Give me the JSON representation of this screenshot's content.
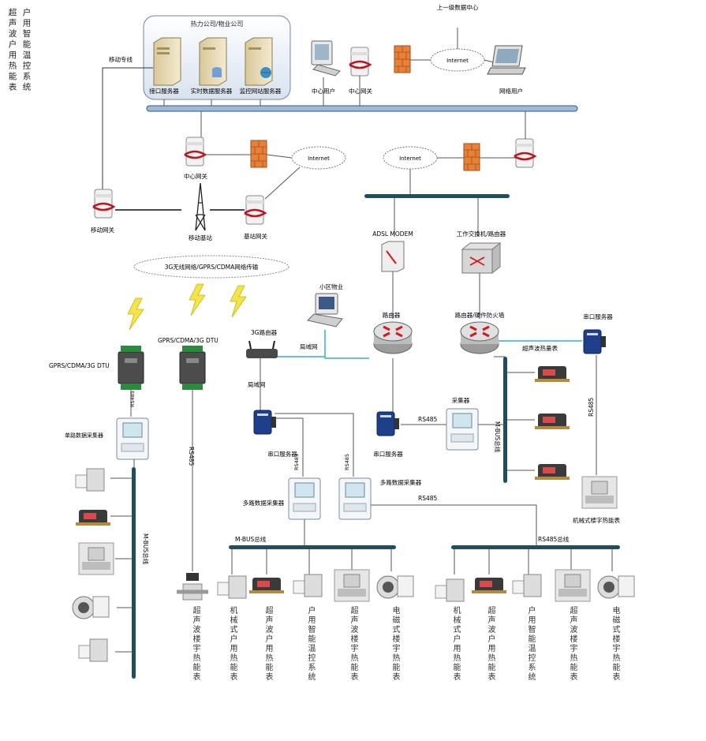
{
  "top_left_title": [
    "超声波户用热能表",
    "户用智能温控系统"
  ],
  "labels": {
    "server_group": "热力公司/物业公司",
    "mobile_line": "移动专线",
    "iface_server": "接口服务器",
    "rt_server": "实时数据服务器",
    "web_server": "监控网站服务器",
    "center_user": "中心用户",
    "center_gw_top": "中心网关",
    "upper_center": "上一级数据中心",
    "internet": "Internet",
    "net_user": "网络用户",
    "center_gw_mid": "中心网关",
    "mobile_gw": "移动网关",
    "mobile_bs": "移动基站",
    "site_gw": "基站网关",
    "wireless_net": "3G无线网络/GPRS/CDMA网络传输",
    "adsl": "ADSL MODEM",
    "ind_switch": "工作交换机/路由器",
    "community": "小区物业",
    "lan1": "局域网",
    "lan2": "局域网",
    "router1": "路由器",
    "router2": "路由器/硬件防火墙",
    "serial_server_r": "串口服务器",
    "dtu1": "GPRS/CDMA/3G DTU",
    "dtu2": "GPRS/CDMA/3G DTU",
    "router3g": "3G路由器",
    "rs485_a": "RS485",
    "rs485_b": "RS485",
    "rs485_c": "RS485",
    "rs485_d": "RS485",
    "rs485_e": "RS485",
    "rs485_f": "RS485",
    "rs485_g": "RS485",
    "collector_l": "单路数据采集器",
    "serial_server_m": "串口服务器",
    "serial_server_c": "串口服务器",
    "collector_c": "采集器",
    "multi_coll1": "多路数据采集器",
    "multi_coll2": "多路数据采集器",
    "mbus_left": "M-BUS总线",
    "mbus_mid": "M-BUS总线",
    "mbus_right": "M-BUS总线",
    "rs485_bus": "RS485总线",
    "ultra_meter_r": "超声波热量表",
    "mech_meter": "机械式楼字热能表"
  },
  "bottom_left_cols": [
    "超声波楼宇热能表",
    "机械式户用热能表",
    "超声波户用热能表",
    "户用智能温控系统",
    "超声波楼宇热能表",
    "电磁式楼宇热能表"
  ],
  "bottom_right_cols": [
    "机械式户用热能表",
    "超声波户用热能表",
    "户用智能温控系统",
    "超声波楼宇热能表",
    "电磁式楼宇热能表"
  ],
  "colors": {
    "bus": "#1f4f5e",
    "lightning": "#f2e44a",
    "router": "#c0c0c0",
    "firewall": "#e8803a",
    "wire": "#555555"
  }
}
